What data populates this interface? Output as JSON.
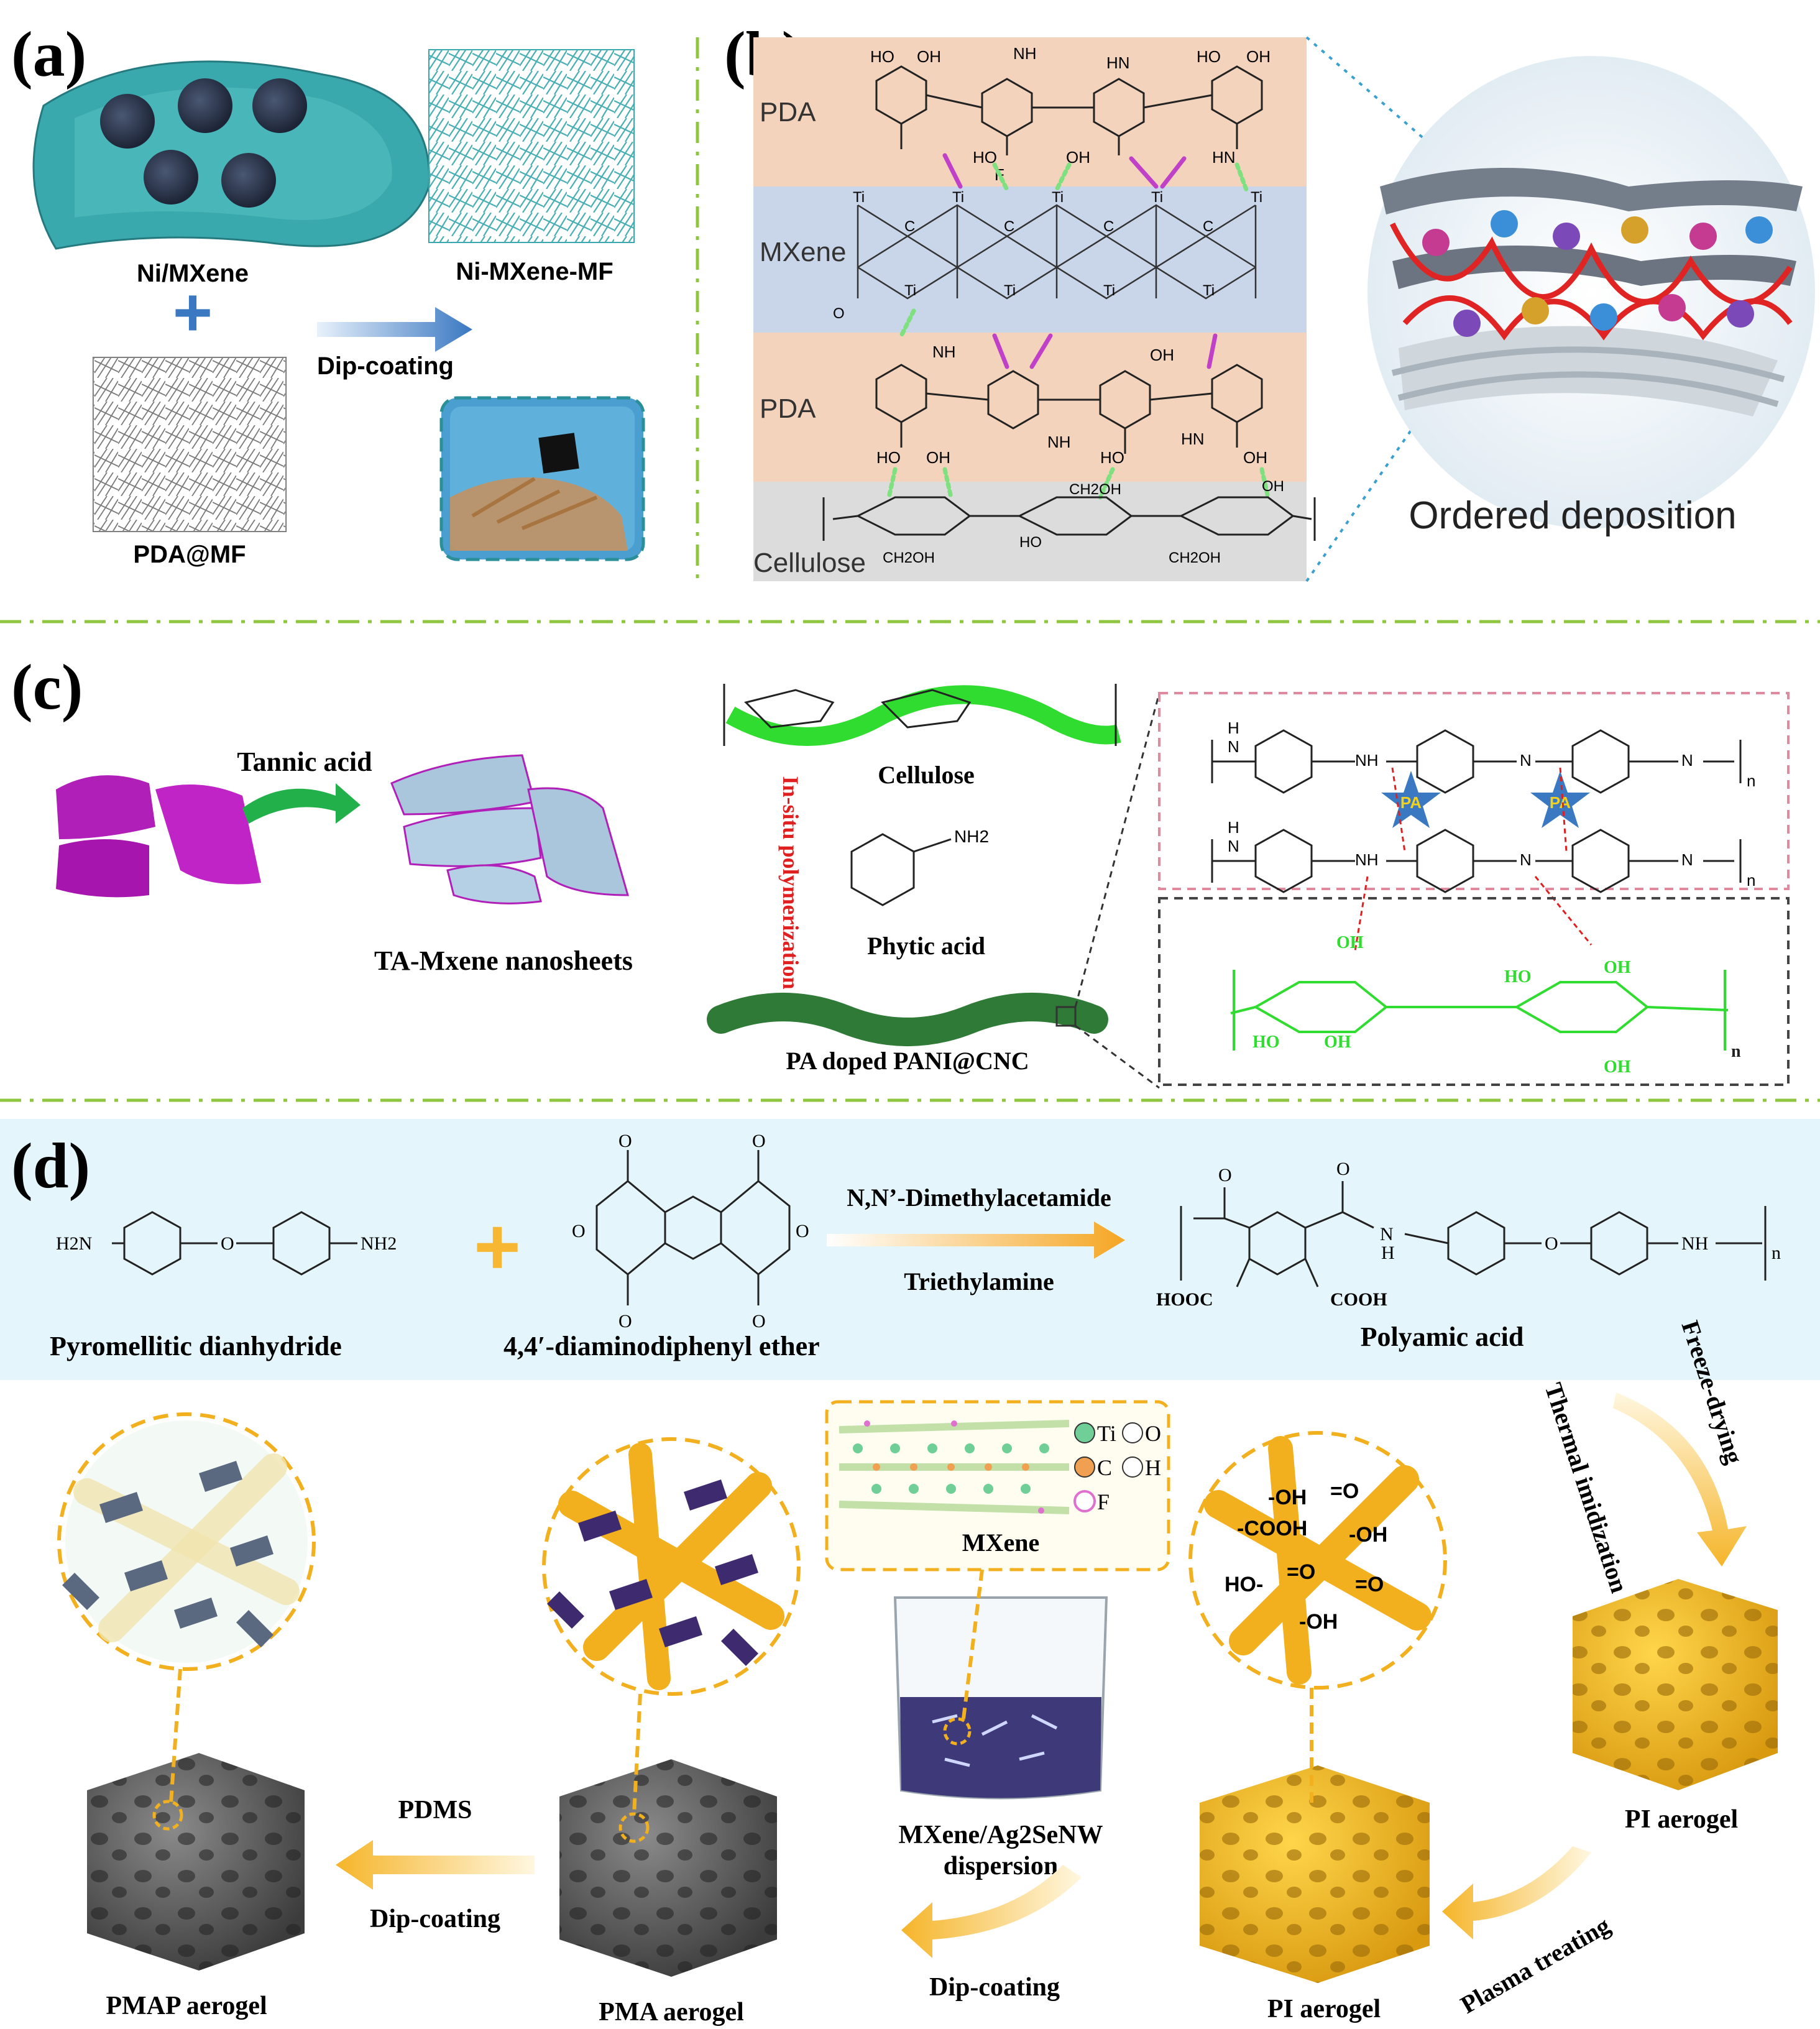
{
  "panels": {
    "a": {
      "letter": "(a)",
      "labels": {
        "ni_mxene": "Ni/MXene",
        "plus": "+",
        "pda_mf": "PDA@MF",
        "dip_coating": "Dip-coating",
        "ni_mxene_mf": "Ni-MXene-MF"
      }
    },
    "b": {
      "letter": "(b)",
      "layers": [
        "PDA",
        "MXene",
        "PDA",
        "Cellulose"
      ],
      "ordered_deposition": "Ordered deposition",
      "chem_labels": {
        "oh": "OH",
        "ho": "HO",
        "nh": "NH",
        "hn": "HN",
        "f": "F",
        "ti": "Ti",
        "c": "C",
        "o": "O",
        "ch2oh": "CH2OH"
      }
    },
    "c": {
      "letter": "(c)",
      "labels": {
        "tannic_acid": "Tannic acid",
        "ta_mxene": "TA-Mxene nanosheets",
        "cellulose": "Cellulose",
        "in_situ": "In-situ polymerization",
        "phytic_acid": "Phytic acid",
        "pa_pani": "PA doped PANI@CNC",
        "pa": "PA",
        "nh2": "NH2",
        "h": "H",
        "n": "N",
        "nh": "NH",
        "sub_n": "n",
        "oh": "OH",
        "ho": "HO"
      }
    },
    "d": {
      "letter": "(d)",
      "labels": {
        "h2n": "H2N",
        "nh2": "NH2",
        "o": "O",
        "pyromellitic": "Pyromellitic dianhydride",
        "diamino": "4,4′-diaminodiphenyl ether",
        "dmac": "N,N’-Dimethylacetamide",
        "triethylamine": "Triethylamine",
        "hooc": "HOOC",
        "cooh": "COOH",
        "nh": "NH",
        "h": "H",
        "n": "N",
        "sub_n": "n",
        "polyamic": "Polyamic acid",
        "freeze_drying": "Freeze-drying",
        "thermal": "Thermal imidization",
        "pi_aerogel_top": "PI aerogel",
        "plasma": "Plasma treating",
        "pi_aerogel_bottom": "PI aerogel",
        "mxene": "MXene",
        "legend_ti": "Ti",
        "legend_o": "O",
        "legend_c": "C",
        "legend_h": "H",
        "legend_f": "F",
        "dispersion_line1": "MXene/Ag2SeNW",
        "dispersion_line2": "dispersion",
        "dip1": "Dip-coating",
        "pma": "PMA aerogel",
        "pdms": "PDMS",
        "dip2": "Dip-coating",
        "pmap": "PMAP aerogel",
        "oh": "-OH",
        "cooh_group": "-COOH",
        "o_eq": "=O",
        "ho_group": "HO-",
        "o_group": "-O"
      }
    }
  },
  "colors": {
    "divider_green": "#8ec63f",
    "mxene_teal": "#3aa9ad",
    "pda_band": "#f3d3bb",
    "mxene_band": "#c9d6ea",
    "cellulose_band": "#dcdcdc",
    "bond_magenta": "#c040c8",
    "bond_green": "#7fe07f",
    "magenta_sheet": "#b01fb8",
    "cellulose_green": "#2fdc2f",
    "pa_red": "#e02020",
    "pi_yellow": "#f2b01e",
    "panel_d_bg": "#e4f6fb",
    "arrow_orange": "#f7b733",
    "dark_foam": "#555555"
  }
}
